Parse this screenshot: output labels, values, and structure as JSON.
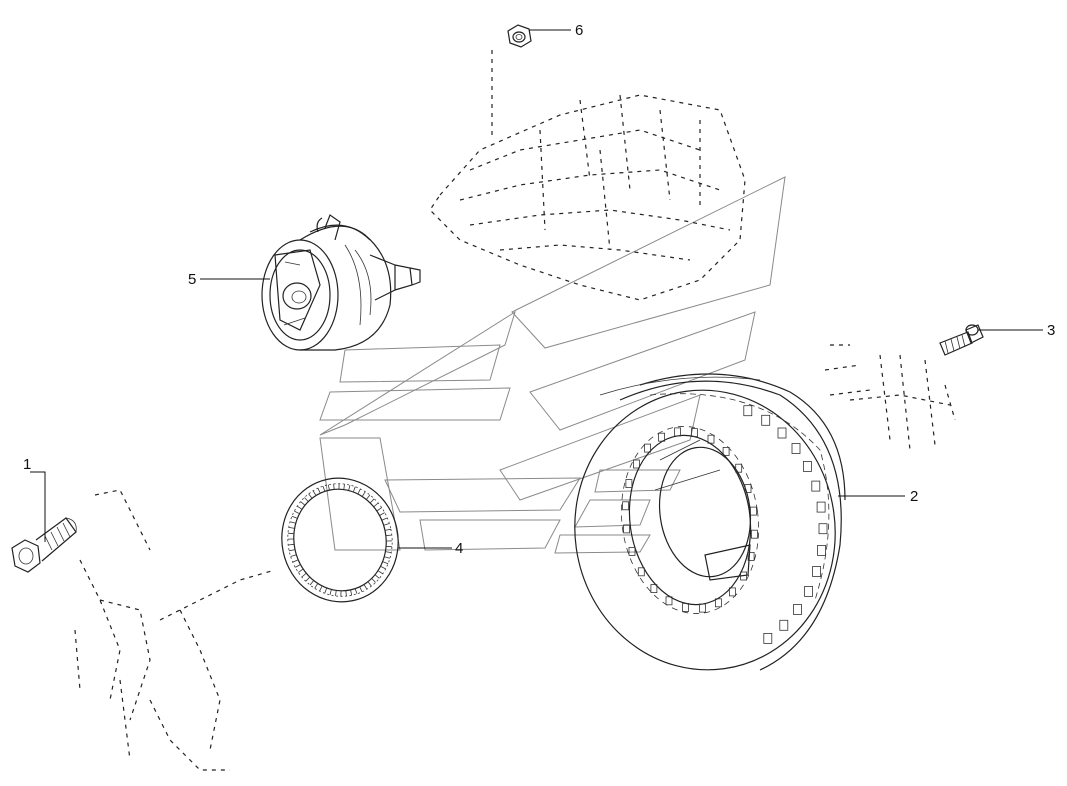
{
  "callouts": [
    {
      "id": "1",
      "label": "1"
    },
    {
      "id": "2",
      "label": "2"
    },
    {
      "id": "3",
      "label": "3"
    },
    {
      "id": "4",
      "label": "4"
    },
    {
      "id": "5",
      "label": "5"
    },
    {
      "id": "6",
      "label": "6"
    }
  ],
  "colors": {
    "ink": "#111111",
    "watermark": "#8a8a8a",
    "background": "#ffffff"
  }
}
